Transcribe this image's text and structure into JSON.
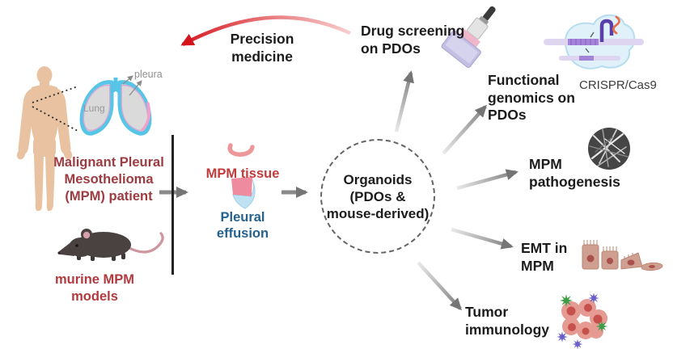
{
  "figure": {
    "left_panel": {
      "pleura_label": "pleura",
      "lung_label": "Lung",
      "patient_label": "Malignant Pleural\nMesothelioma\n(MPM) patient",
      "murine_label": "murine MPM\nmodels"
    },
    "sample_panel": {
      "mpm_tissue_label": "MPM tissue",
      "pleural_effusion_label": "Pleural\neffusion"
    },
    "hub": {
      "organoids_label": "Organoids\n(PDOs &\nmouse-derived)"
    },
    "feedback": {
      "precision_medicine_label": "Precision\nmedicine"
    },
    "applications": {
      "drug_screening_label": "Drug screening\non PDOs",
      "functional_genomics_label": "Functional\ngenomics on\nPDOs",
      "crispr_label": "CRISPR/Cas9",
      "pathogenesis_label": "MPM\npathogenesis",
      "emt_label": "EMT in\nMPM",
      "tumor_immunology_label": "Tumor\nimmunology"
    },
    "icons": {
      "human-body-icon": "standing human silhouette",
      "lungs-pleura-icon": "lungs with blue pleura lining",
      "mouse-icon": "laboratory mouse",
      "mpm-tissue-icon": "pink tissue curl",
      "pleural-effusion-icon": "folded pink/blue fluid sample",
      "pipette-plate-icon": "multichannel pipette over assay plate",
      "crispr-cas9-icon": "Cas9 protein with guide RNA on DNA",
      "asbestos-fibers-image": "grayscale SEM fiber micrograph",
      "emt-cells-icon": "epithelial to mesenchymal cell series",
      "tumor-immune-cells-icon": "tumor mass with immune cells"
    },
    "colors": {
      "patient_text": "#9c3b40",
      "murine_text": "#b23a3e",
      "mpm_tissue_text": "#c23b3b",
      "pleural_effusion_text": "#25618f",
      "heading_text": "#1c1c1c",
      "crispr_text": "#3d3d3d",
      "anatomy_label_text": "#8f8f8f",
      "arrow_gray": "#7c7c7c",
      "precision_arrow_red": "#d5151c",
      "pleura_blue": "#57c5e7",
      "tissue_pink": "#ee979a",
      "skin_tone": "#e9c3a1",
      "mouse_body": "#4a4240"
    }
  }
}
